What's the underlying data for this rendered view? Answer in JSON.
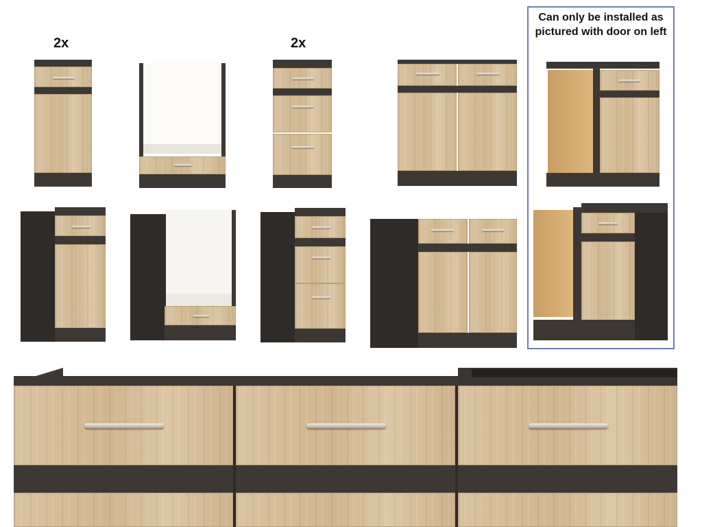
{
  "labels": {
    "qty_first": "2x",
    "qty_third": "2x"
  },
  "notice": {
    "text": "Can only be installed as pictured with door on left"
  },
  "colors": {
    "oak": "#d4bc97",
    "graphite": "#3d3834",
    "frame": "#6f7bb2"
  }
}
